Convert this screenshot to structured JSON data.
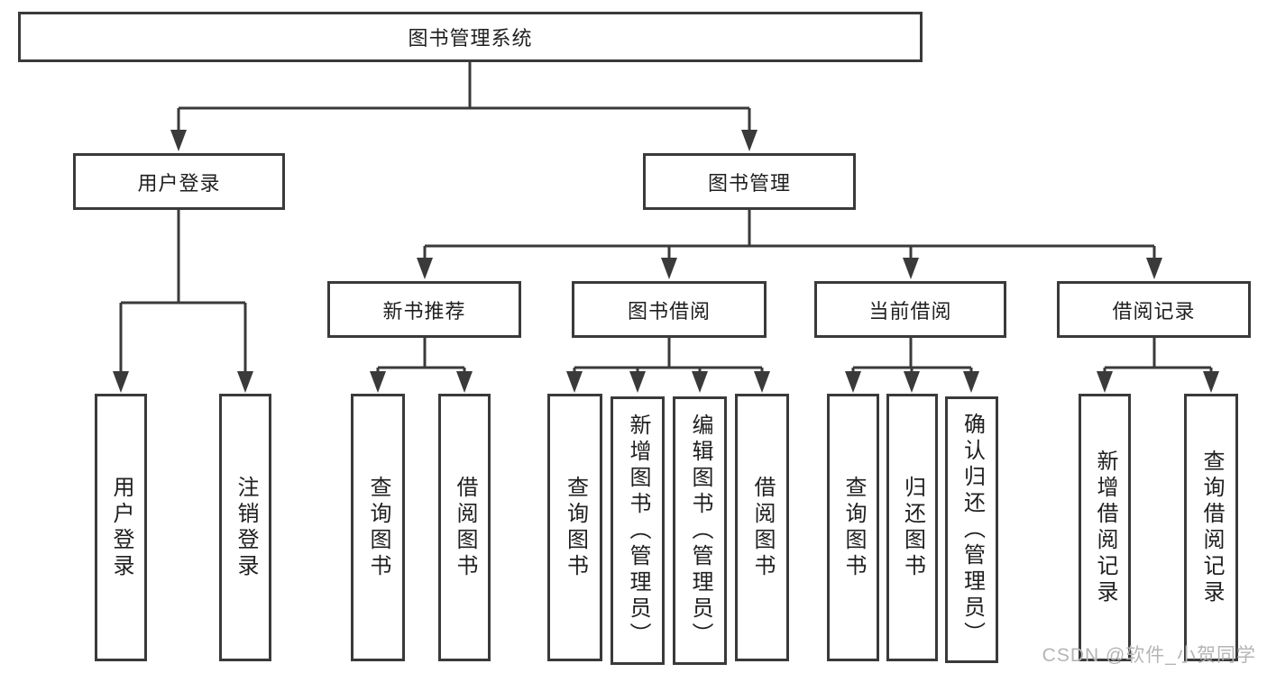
{
  "diagram": {
    "type": "hierarchy-tree",
    "tree": {
      "label": "图书管理系统",
      "children": [
        {
          "label": "用户登录",
          "children": [
            {
              "label": "用户登录"
            },
            {
              "label": "注销登录"
            }
          ]
        },
        {
          "label": "图书管理",
          "children": [
            {
              "label": "新书推荐",
              "children": [
                {
                  "label": "查询图书"
                },
                {
                  "label": "借阅图书"
                }
              ]
            },
            {
              "label": "图书借阅",
              "children": [
                {
                  "label": "查询图书"
                },
                {
                  "label": "新增图书（管理员）"
                },
                {
                  "label": "编辑图书（管理员）"
                },
                {
                  "label": "借阅图书"
                }
              ]
            },
            {
              "label": "当前借阅",
              "children": [
                {
                  "label": "查询图书"
                },
                {
                  "label": "归还图书"
                },
                {
                  "label": "确认归还（管理员）"
                }
              ]
            },
            {
              "label": "借阅记录",
              "children": [
                {
                  "label": "新增借阅记录"
                },
                {
                  "label": "查询借阅记录"
                }
              ]
            }
          ]
        }
      ]
    },
    "colors": {
      "line": "#3a3a3a",
      "box_border": "#3a3a3a",
      "box_fill": "#ffffff",
      "text": "#1f1f1f",
      "background": "#ffffff",
      "watermark": "#b5b5b5"
    }
  },
  "watermark": {
    "text": "CSDN @软件_小贺同学"
  }
}
